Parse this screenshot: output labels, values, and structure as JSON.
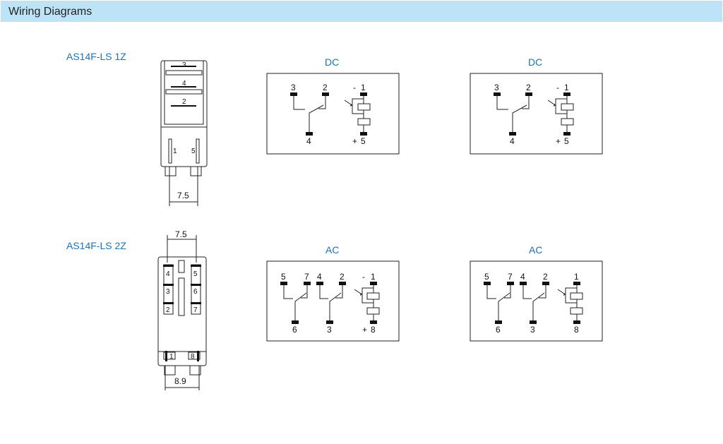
{
  "header": {
    "title": "Wiring Diagrams"
  },
  "models": [
    {
      "name": "AS14F-LS 1Z",
      "relay_pins": [
        "3",
        "4",
        "2",
        "1",
        "5"
      ],
      "dimension": "7.5",
      "diagrams": [
        {
          "title": "DC",
          "contacts": [
            "3",
            "2",
            "4"
          ],
          "coil": {
            "top": "1",
            "bottom": "5",
            "top_sign": "-",
            "bottom_sign": "+"
          }
        },
        {
          "title": "DC",
          "contacts": [
            "3",
            "2",
            "4"
          ],
          "coil": {
            "top": "1",
            "bottom": "5",
            "top_sign": "-",
            "bottom_sign": "+"
          }
        }
      ]
    },
    {
      "name": "AS14F-LS 2Z",
      "relay_pins": [
        "4",
        "3",
        "2",
        "5",
        "6",
        "7",
        "1",
        "8"
      ],
      "dimension_top": "7.5",
      "dimension_bottom": "8.9",
      "diagrams": [
        {
          "title": "AC",
          "contacts": [
            "5",
            "7",
            "4",
            "2",
            "6",
            "3"
          ],
          "coil": {
            "top": "1",
            "bottom": "8",
            "top_sign": "-",
            "bottom_sign": "+"
          }
        },
        {
          "title": "AC",
          "contacts": [
            "5",
            "7",
            "4",
            "2",
            "6",
            "3"
          ],
          "coil": {
            "top": "1",
            "bottom": "8",
            "top_sign": "",
            "bottom_sign": ""
          }
        }
      ]
    }
  ]
}
